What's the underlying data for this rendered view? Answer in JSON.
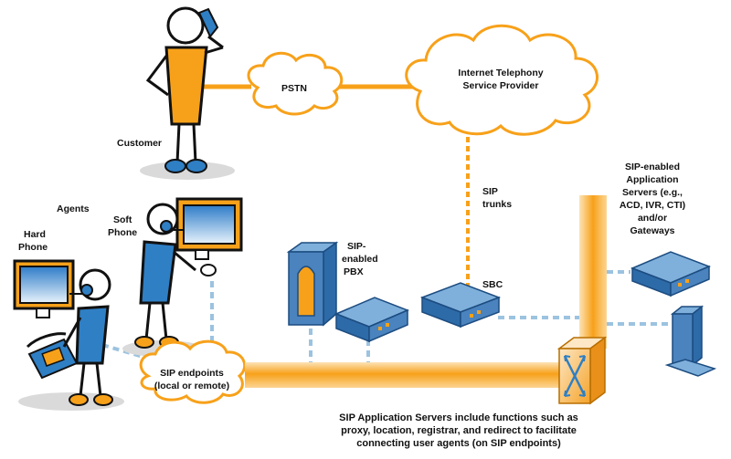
{
  "labels": {
    "customer": "Customer",
    "pstn": "PSTN",
    "itsp_line1": "Internet Telephony",
    "itsp_line2": "Service Provider",
    "agents": "Agents",
    "hard_phone_line1": "Hard",
    "hard_phone_line2": "Phone",
    "soft_phone_line1": "Soft",
    "soft_phone_line2": "Phone",
    "sip_trunks_line1": "SIP",
    "sip_trunks_line2": "trunks",
    "pbx_line1": "SIP-",
    "pbx_line2": "enabled",
    "pbx_line3": "PBX",
    "sbc": "SBC",
    "app_servers_line1": "SIP-enabled",
    "app_servers_line2": "Application",
    "app_servers_line3": "Servers (e.g.,",
    "app_servers_line4": "ACD, IVR, CTI)",
    "app_servers_line5": "and/or",
    "app_servers_line6": "Gateways",
    "endpoints_line1": "SIP endpoints",
    "endpoints_line2": "(local or remote)"
  },
  "caption": {
    "line1": "SIP Application Servers include functions such as",
    "line2": "proxy, location, registrar, and redirect to facilitate",
    "line3": "connecting user agents (on SIP endpoints)"
  },
  "colors": {
    "orange": "#f7a11a",
    "blue": "#2f7fc4",
    "dashed_blue": "#9cc3e0",
    "device": "#4a83bd",
    "shadow": "#dadada"
  }
}
